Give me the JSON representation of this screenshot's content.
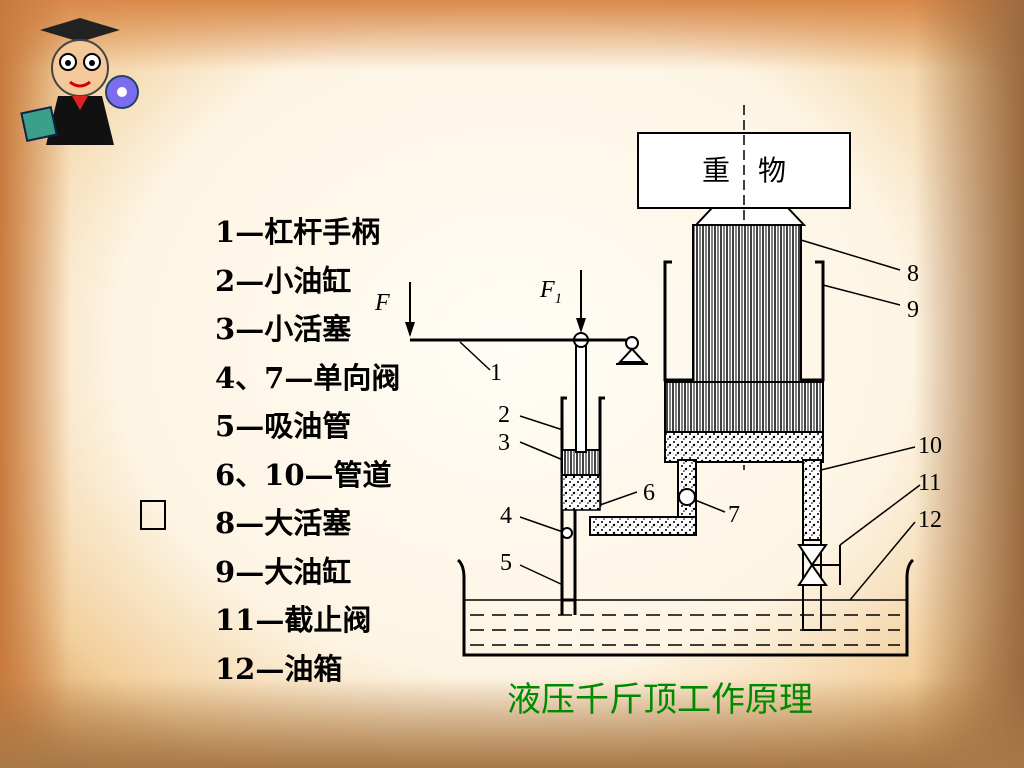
{
  "legend": [
    {
      "num": "1",
      "text": "杠杆手柄"
    },
    {
      "num": "2",
      "text": "小油缸"
    },
    {
      "num": "3",
      "text": "小活塞"
    },
    {
      "num": "4、7",
      "text": "单向阀"
    },
    {
      "num": "5",
      "text": "吸油管"
    },
    {
      "num": "6、10",
      "text": "管道"
    },
    {
      "num": "8",
      "text": "大活塞"
    },
    {
      "num": "9",
      "text": "大油缸"
    },
    {
      "num": "11",
      "text": "截止阀"
    },
    {
      "num": "12",
      "text": "油箱"
    }
  ],
  "diagram": {
    "weight_label": "重　物",
    "force_small": "F",
    "force_f1": "F",
    "force_f1_sub": "1",
    "part_labels": [
      "1",
      "2",
      "3",
      "4",
      "5",
      "6",
      "7",
      "8",
      "9",
      "10",
      "11",
      "12"
    ]
  },
  "caption": "液压千斤顶工作原理",
  "colors": {
    "caption": "#008a00",
    "background": "#fdf4e3",
    "accent": "#c9823f"
  }
}
